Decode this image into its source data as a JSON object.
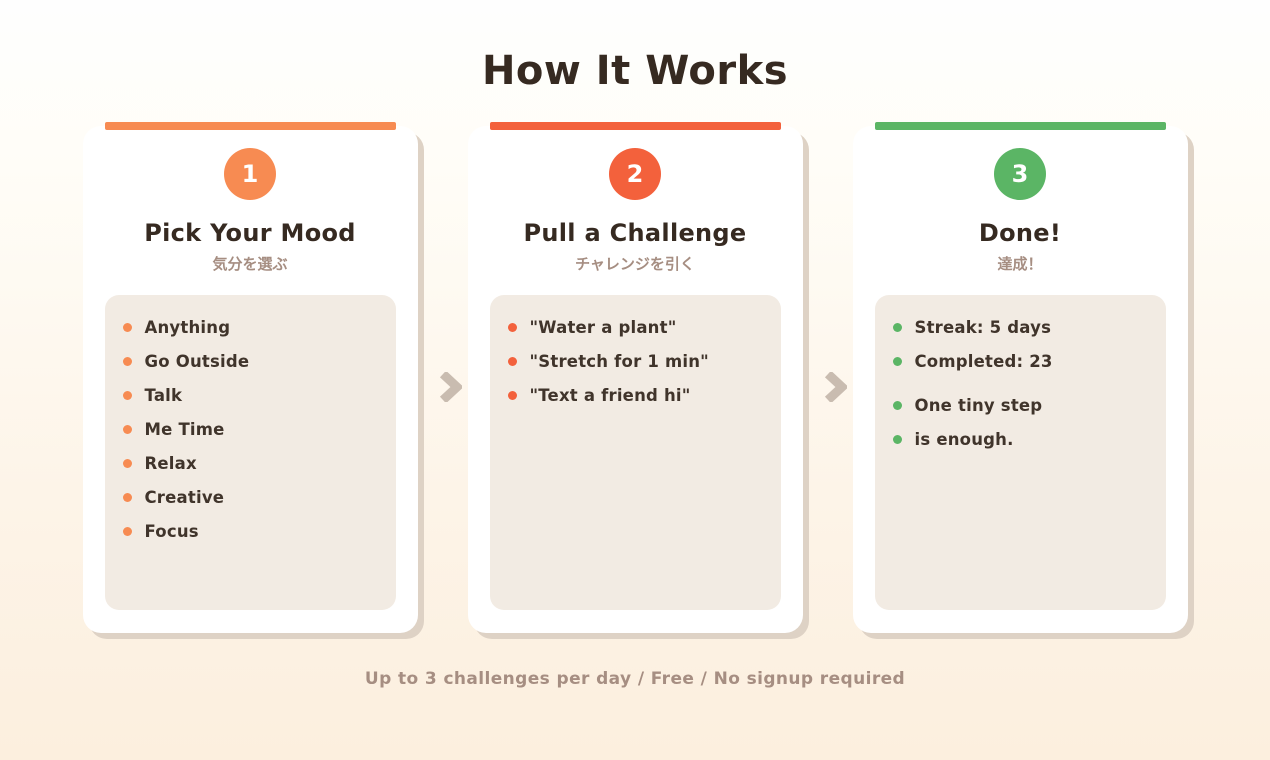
{
  "section": {
    "title": "How It Works"
  },
  "cards": [
    {
      "number": "1",
      "title": "Pick Your Mood",
      "subtitle": "気分を選ぶ",
      "accent_color": "#f78b52",
      "items": [
        "Anything",
        "Go Outside",
        "Talk",
        "Me Time",
        "Relax",
        "Creative",
        "Focus"
      ]
    },
    {
      "number": "2",
      "title": "Pull a Challenge",
      "subtitle": "チャレンジを引く",
      "accent_color": "#f3613c",
      "items": [
        "\"Water a plant\"",
        "\"Stretch for 1 min\"",
        "\"Text a friend hi\""
      ]
    },
    {
      "number": "3",
      "title": "Done!",
      "subtitle": "達成！",
      "accent_color": "#5bb565",
      "items": [
        "Streak: 5 days",
        "Completed: 23",
        "One tiny step",
        "is enough."
      ],
      "gap_before_index": 2
    }
  ],
  "arrows": {
    "icon": "chevron-right",
    "color": "#c9bcb0"
  },
  "footer": {
    "note": "Up to 3 challenges per day  /  Free  /  No signup required"
  },
  "colors": {
    "background_top": "#fefefe",
    "background_bottom": "#fcefde",
    "card_background": "#ffffff",
    "card_shadow": "#ded2c5",
    "list_background": "#f2ebe3",
    "heading_text": "#362a21",
    "list_text": "#40342b",
    "muted_text": "#a68e82"
  }
}
